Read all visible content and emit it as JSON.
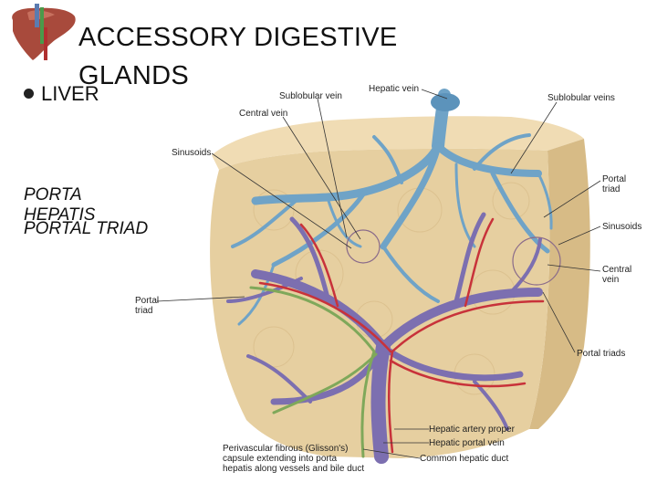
{
  "slide": {
    "title": "ACCESSORY DIGESTIVE GLANDS",
    "bullet": "LIVER",
    "porta": "PORTA HEPATIS",
    "portal_triad": "PORTAL TRIAD"
  },
  "labels": {
    "hepatic_vein": "Hepatic vein",
    "sublobular_vein": "Sublobular vein",
    "sublobular_veins": "Sublobular veins",
    "central_vein_top": "Central vein",
    "sinusoids_left": "Sinusoids",
    "portal_triad_right_1": "Portal",
    "portal_triad_right_2": "triad",
    "sinusoids_right": "Sinusoids",
    "central_vein_right_1": "Central",
    "central_vein_right_2": "vein",
    "portal_triad_left_1": "Portal",
    "portal_triad_left_2": "triad",
    "portal_triads": "Portal triads",
    "hepatic_artery": "Hepatic artery proper",
    "hepatic_portal_vein": "Hepatic portal vein",
    "common_hepatic_duct": "Common hepatic duct",
    "capsule_1": "Perivascular fibrous (Glisson's)",
    "capsule_2": "capsule extending into porta",
    "capsule_3": "hepatis along vessels and bile duct"
  },
  "colors": {
    "tissue": "#e6cfa0",
    "vein_blue": "#6fa3c7",
    "portal_purple": "#7c6fb0",
    "artery_red": "#c8323a",
    "duct_green": "#7fa85a"
  }
}
